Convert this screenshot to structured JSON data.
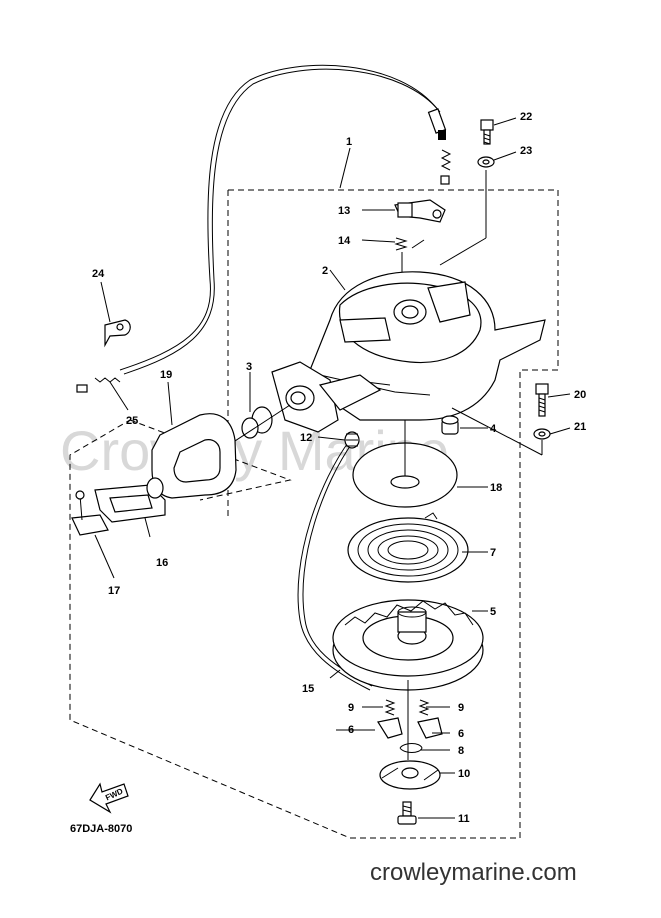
{
  "watermark": "Crowley Marine",
  "footer_site": "crowleymarine.com",
  "diagram_code": "67DJA-8070",
  "fwd_label": "FWD",
  "callouts": {
    "p1": "1",
    "p2": "2",
    "p3": "3",
    "p4": "4",
    "p5": "5",
    "p6a": "6",
    "p6b": "6",
    "p7": "7",
    "p8": "8",
    "p9a": "9",
    "p9b": "9",
    "p10": "10",
    "p11": "11",
    "p12": "12",
    "p13": "13",
    "p14": "14",
    "p15": "15",
    "p16": "16",
    "p17": "17",
    "p18": "18",
    "p19": "19",
    "p20": "20",
    "p21": "21",
    "p22": "22",
    "p23": "23",
    "p24": "24",
    "p25": "25"
  }
}
